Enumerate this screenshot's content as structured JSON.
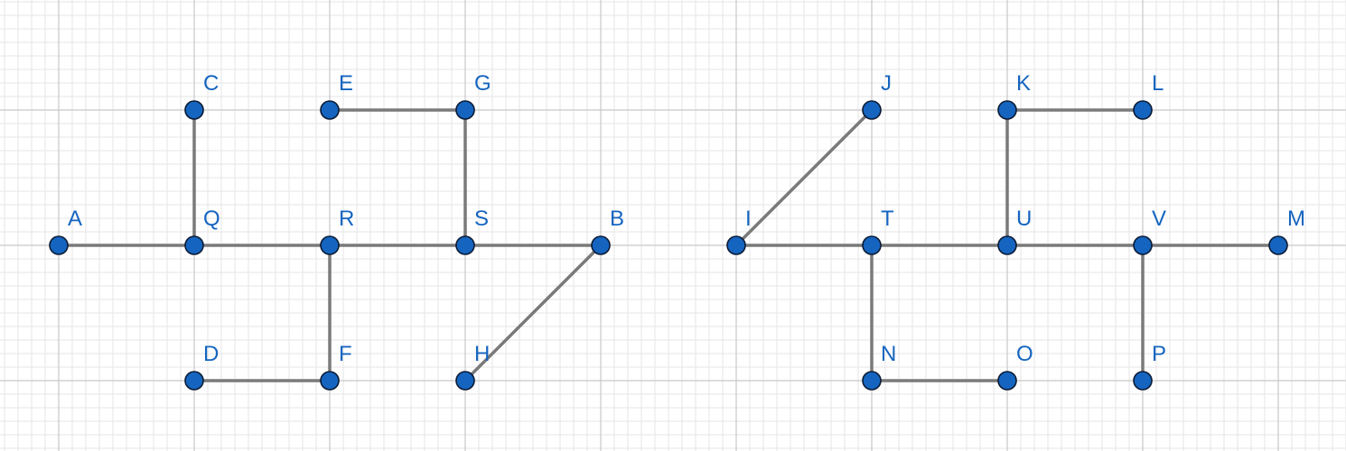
{
  "colors": {
    "point_fill": "#1565c0",
    "point_stroke": "#0b1a33",
    "segment": "#7a7a7a",
    "label": "#1565c0",
    "grid_major": "#c8c8c8",
    "grid_minor": "#e6e6e6",
    "background": "#ffffff"
  },
  "points": [
    {
      "id": "A",
      "label": "A",
      "x": 0,
      "y": 0
    },
    {
      "id": "Q",
      "label": "Q",
      "x": 1,
      "y": 0
    },
    {
      "id": "C",
      "label": "C",
      "x": 1,
      "y": 1
    },
    {
      "id": "D",
      "label": "D",
      "x": 1,
      "y": -1
    },
    {
      "id": "R",
      "label": "R",
      "x": 2,
      "y": 0
    },
    {
      "id": "E",
      "label": "E",
      "x": 2,
      "y": 1
    },
    {
      "id": "F",
      "label": "F",
      "x": 2,
      "y": -1
    },
    {
      "id": "S",
      "label": "S",
      "x": 3,
      "y": 0
    },
    {
      "id": "G",
      "label": "G",
      "x": 3,
      "y": 1
    },
    {
      "id": "H",
      "label": "H",
      "x": 3,
      "y": -1
    },
    {
      "id": "B",
      "label": "B",
      "x": 4,
      "y": 0
    },
    {
      "id": "I",
      "label": "I",
      "x": 5,
      "y": 0
    },
    {
      "id": "J",
      "label": "J",
      "x": 6,
      "y": 1
    },
    {
      "id": "T",
      "label": "T",
      "x": 6,
      "y": 0
    },
    {
      "id": "N",
      "label": "N",
      "x": 6,
      "y": -1
    },
    {
      "id": "K",
      "label": "K",
      "x": 7,
      "y": 1
    },
    {
      "id": "U",
      "label": "U",
      "x": 7,
      "y": 0
    },
    {
      "id": "O",
      "label": "O",
      "x": 7,
      "y": -1
    },
    {
      "id": "L",
      "label": "L",
      "x": 8,
      "y": 1
    },
    {
      "id": "V",
      "label": "V",
      "x": 8,
      "y": 0
    },
    {
      "id": "P",
      "label": "P",
      "x": 8,
      "y": -1
    },
    {
      "id": "M",
      "label": "M",
      "x": 9,
      "y": 0
    }
  ],
  "segments": [
    [
      "A",
      "Q"
    ],
    [
      "Q",
      "R"
    ],
    [
      "R",
      "S"
    ],
    [
      "S",
      "B"
    ],
    [
      "C",
      "Q"
    ],
    [
      "E",
      "G"
    ],
    [
      "G",
      "S"
    ],
    [
      "R",
      "F"
    ],
    [
      "D",
      "F"
    ],
    [
      "H",
      "B"
    ],
    [
      "I",
      "J"
    ],
    [
      "I",
      "T"
    ],
    [
      "T",
      "U"
    ],
    [
      "U",
      "V"
    ],
    [
      "V",
      "M"
    ],
    [
      "K",
      "L"
    ],
    [
      "K",
      "U"
    ],
    [
      "T",
      "N"
    ],
    [
      "N",
      "O"
    ],
    [
      "V",
      "P"
    ]
  ]
}
